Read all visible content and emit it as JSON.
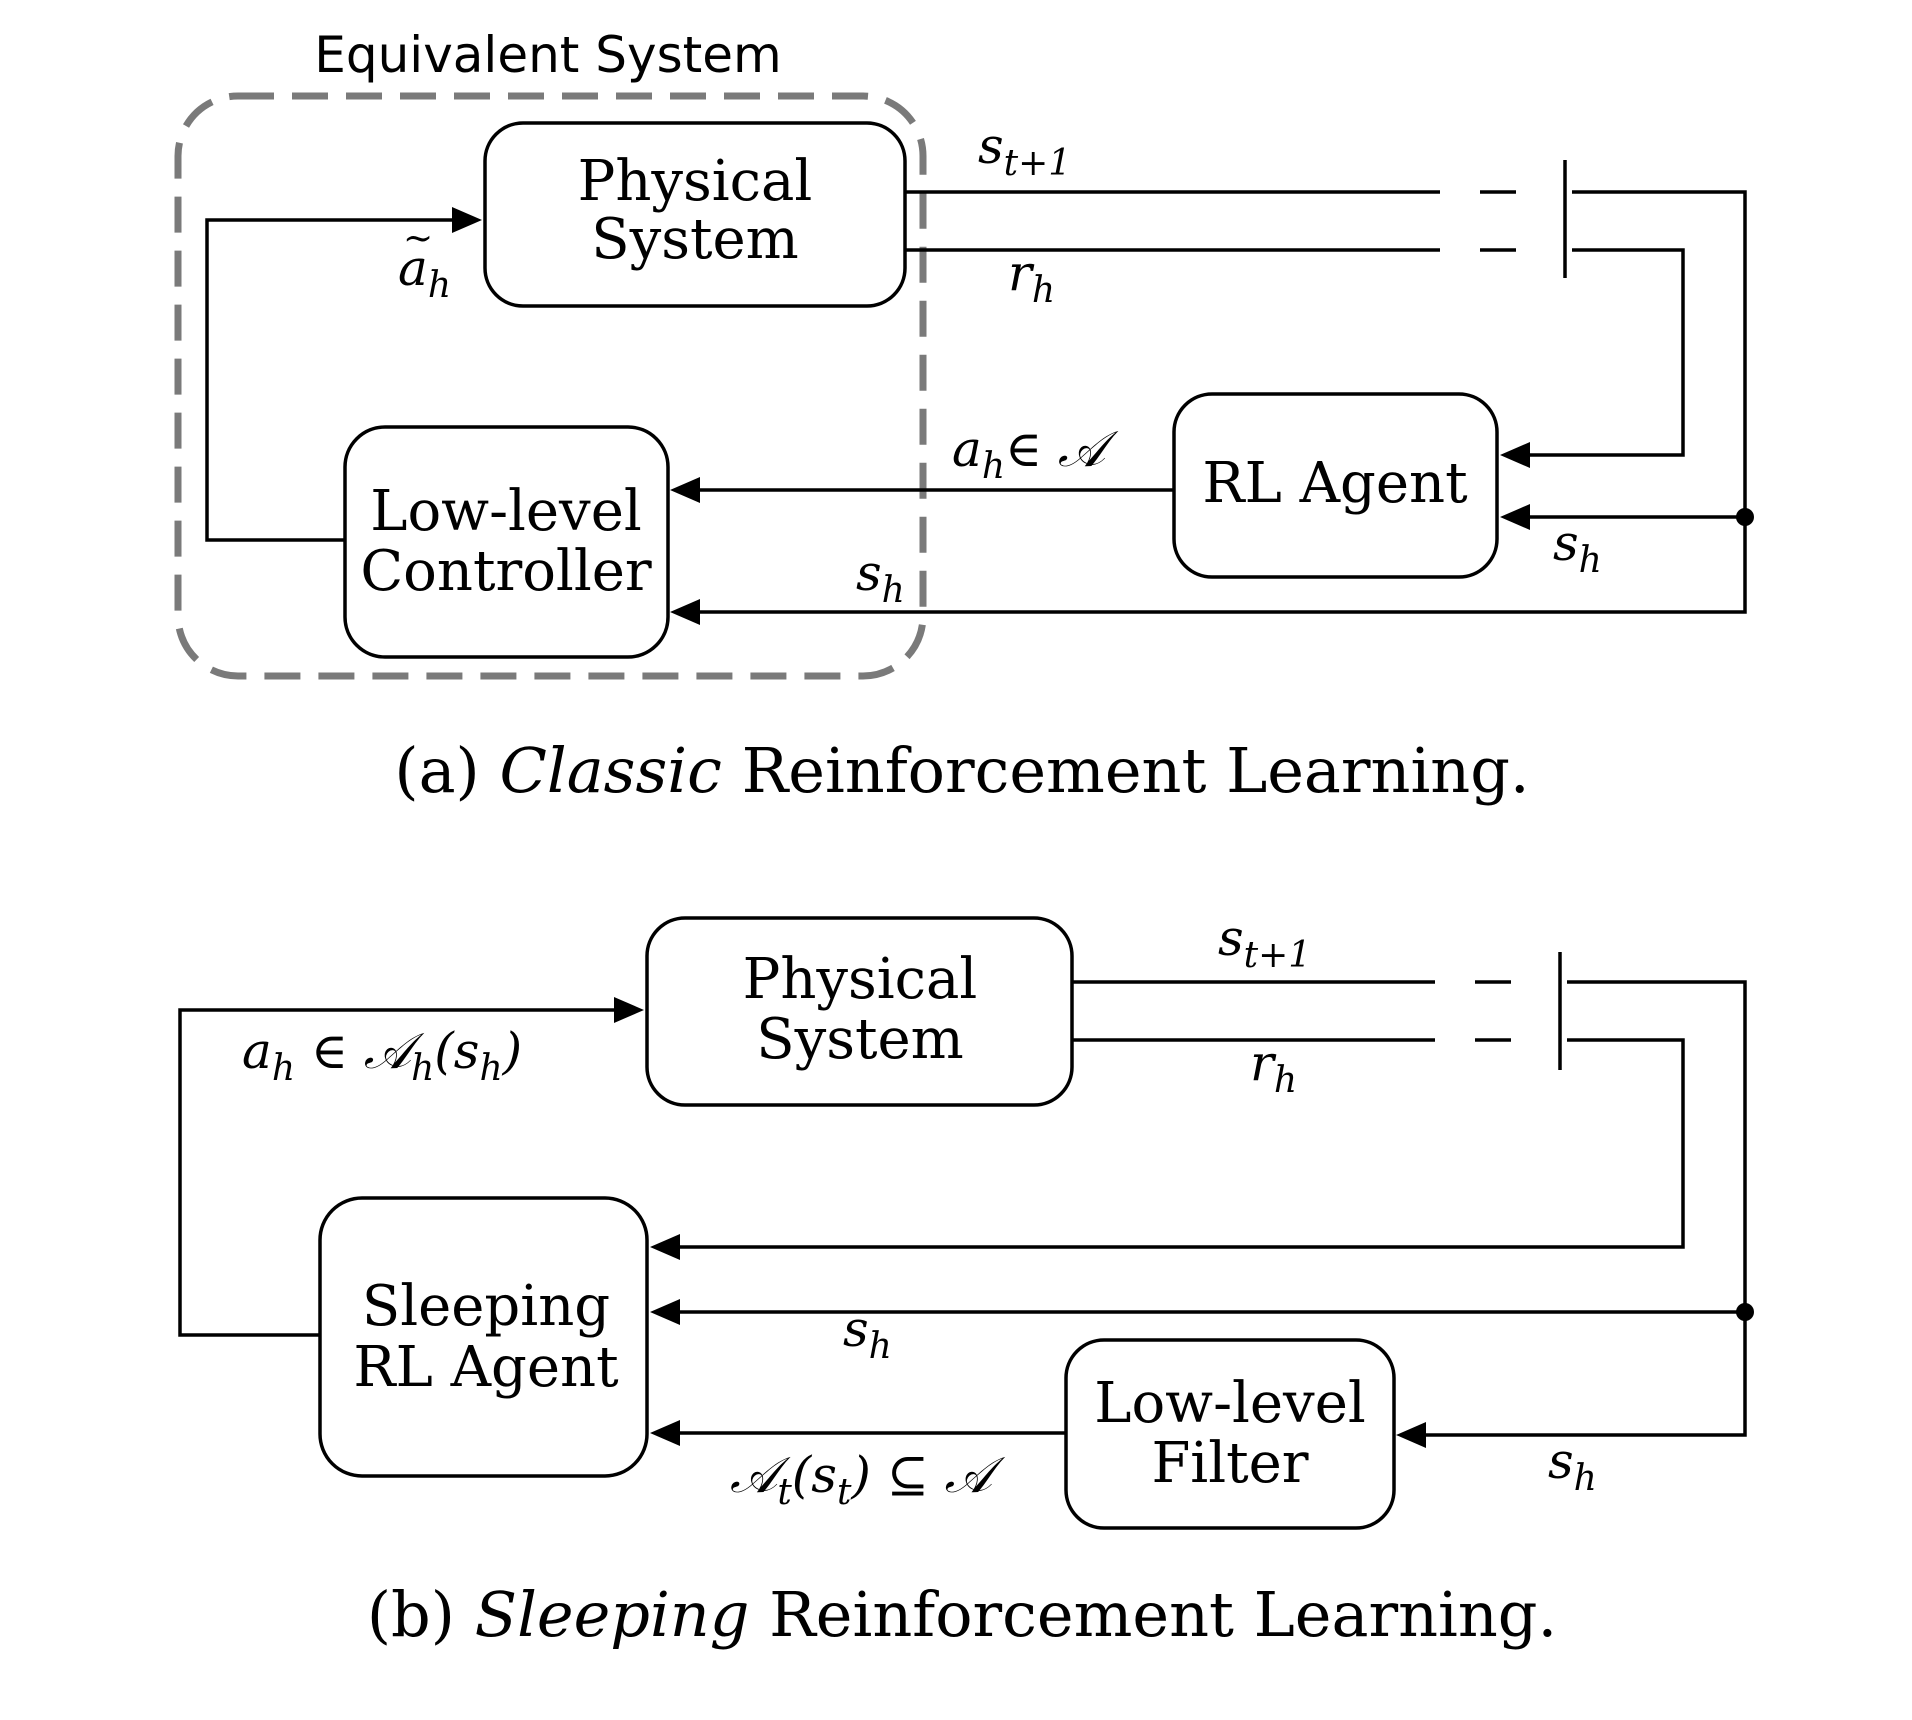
{
  "diagram_a": {
    "group_label": "Equivalent System",
    "blocks": {
      "physical_system": [
        "Physical",
        "System"
      ],
      "low_level_controller": [
        "Low-level",
        "Controller"
      ],
      "rl_agent": [
        "RL Agent"
      ]
    },
    "signals": {
      "next_state": "s",
      "next_state_sub": "t+1",
      "reward": "r",
      "reward_sub": "h",
      "tilde_action": "a",
      "tilde_action_sub": "h",
      "tilde_action_accent": "~",
      "action_main": "a",
      "action_sub": "h",
      "action_rest": "∈ 𝒜",
      "state_agent": "s",
      "state_agent_sub": "h",
      "state_controller": "s",
      "state_controller_sub": "h"
    },
    "caption": {
      "prefix": "(a) ",
      "emph": "Classic",
      "suffix": " Reinforcement Learning."
    }
  },
  "diagram_b": {
    "blocks": {
      "physical_system": [
        "Physical",
        "System"
      ],
      "sleeping_rl_agent": [
        "Sleeping",
        "RL Agent"
      ],
      "low_level_filter": [
        "Low-level",
        "Filter"
      ]
    },
    "signals": {
      "next_state": "s",
      "next_state_sub": "t+1",
      "reward": "r",
      "reward_sub": "h",
      "action_main": "a",
      "action_sub": "h",
      "action_mid": " ∈ 𝒜",
      "action_mid_sub": "h",
      "action_arg": "(s",
      "action_arg_sub": "h",
      "action_close": ")",
      "state_agent": "s",
      "state_agent_sub": "h",
      "state_filter": "s",
      "state_filter_sub": "h",
      "set_main": "𝒜",
      "set_sub": "t",
      "set_arg": "(s",
      "set_arg_sub": "t",
      "set_rest": ") ⊆ 𝒜"
    },
    "caption": {
      "prefix": "(b) ",
      "emph": "Sleeping",
      "suffix": " Reinforcement Learning."
    }
  }
}
